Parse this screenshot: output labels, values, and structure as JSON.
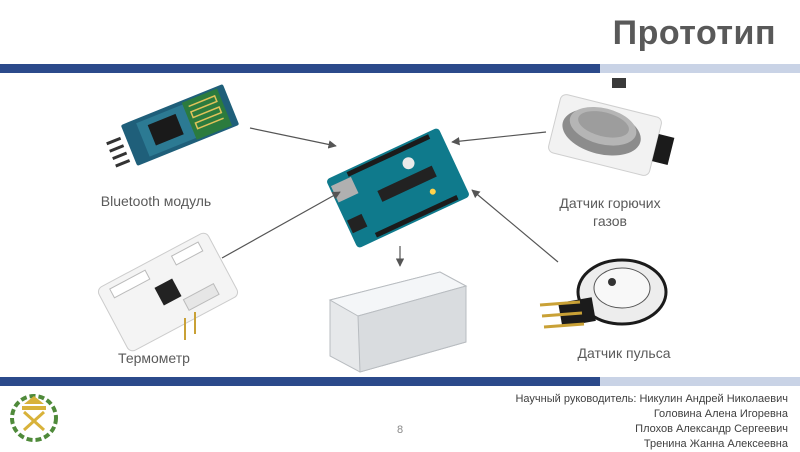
{
  "slide": {
    "title": "Прототип",
    "page_number": "8"
  },
  "components": {
    "bluetooth": "Bluetooth модуль",
    "gas_sensor_line1": "Датчик горючих",
    "gas_sensor_line2": "газов",
    "thermometer": "Термометр",
    "pulse_sensor": "Датчик пульса"
  },
  "credits": {
    "line1": "Научный руководитель: Никулин Андрей Николаевич",
    "line2": "Головина Алена Игоревна",
    "line3": "Плохов Александр Сергеевич",
    "line4": "Тренина Жанна Алексеевна"
  },
  "colors": {
    "band_dark": "#2b4a8b",
    "band_light": "#c9d3e6",
    "title": "#595959",
    "board_teal": "#0f7a8c",
    "emblem_green": "#4f8a3a",
    "emblem_gold": "#d8b23a"
  }
}
